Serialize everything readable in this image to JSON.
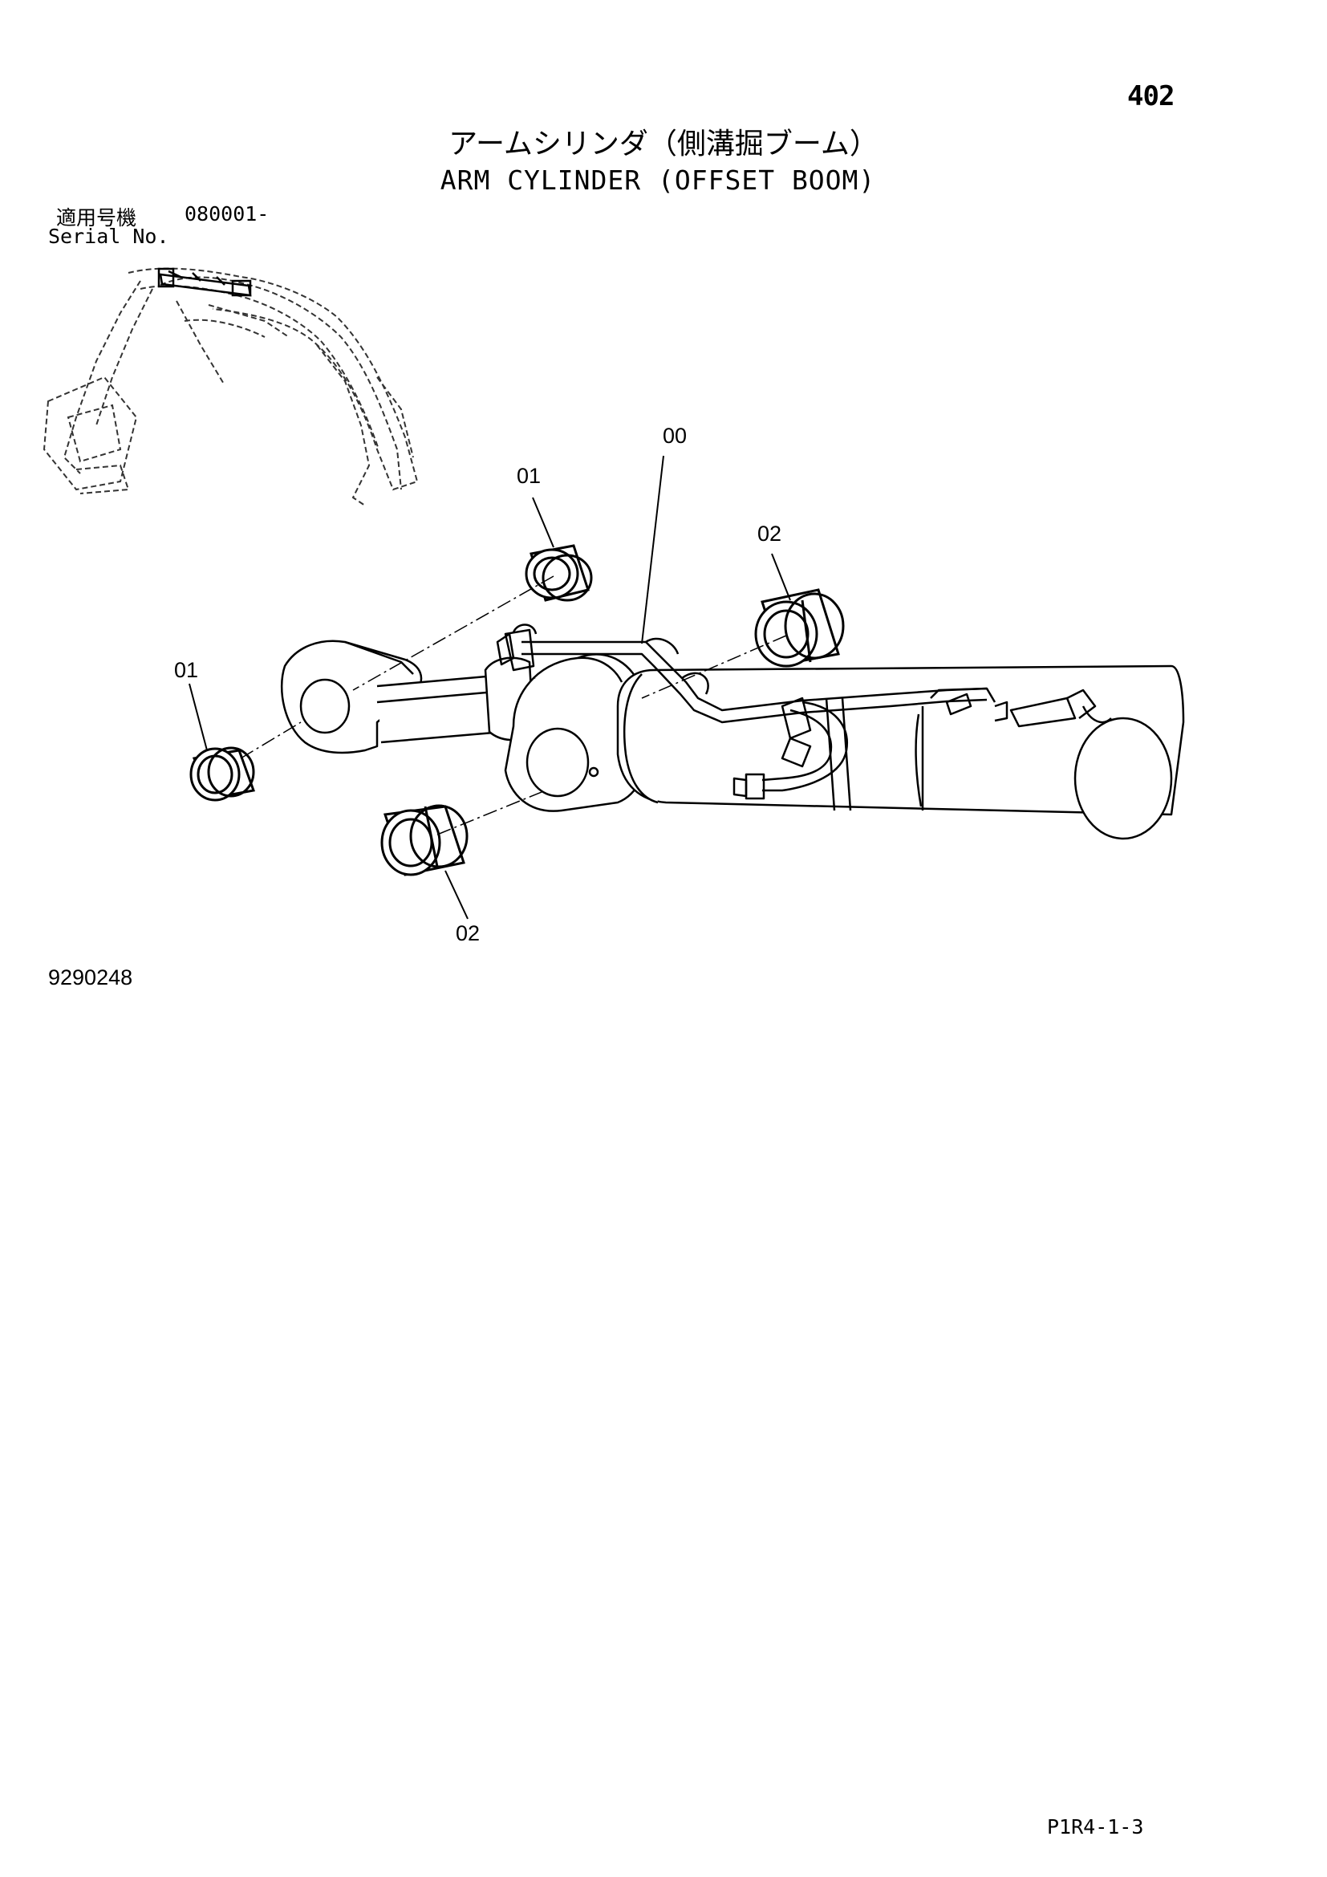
{
  "page_number": "402",
  "title_jp": "アームシリンダ（側溝掘ブーム）",
  "title_en": "ARM CYLINDER (OFFSET BOOM)",
  "serial": {
    "label_jp": "適用号機",
    "value": "080001-",
    "label_en": "Serial No."
  },
  "callouts": {
    "c00": "00",
    "c01_upper": "01",
    "c01_lower": "01",
    "c02_upper": "02",
    "c02_lower": "02"
  },
  "drawing_number": "9290248",
  "page_code": "P1R4-1-3"
}
